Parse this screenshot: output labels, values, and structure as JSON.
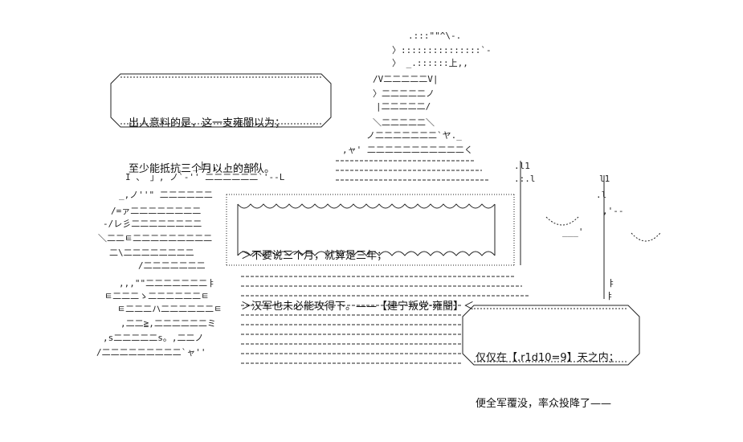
{
  "speech_top_left": {
    "lines": [
      "出人意料的是，这一支雍闓以为；",
      "至少能抵抗三个月以上的部队。"
    ]
  },
  "banner": {
    "lines": [
      "＞不要说三个月，就算是三年；",
      "＞汉军也未必能攻得下。——【建宁叛党·雍闓】＜"
    ]
  },
  "speech_bottom_right": {
    "lines": [
      "仅仅在【.r1d10=9】天之内；",
      "便全军覆没，率众投降了——"
    ]
  },
  "ascii_art": {
    "figure": [
      ".:::\"\"^\\-.",
      "〉:::::::::::::::`-",
      "〉 _.::::::上,,",
      "/V二二二二二V|",
      "〉二二二二二ノ",
      "|二二二二二/",
      "＼二二二二二＼",
      "ノ二二二二二二二`ヤ._",
      ",ャ' 二二二二二二二二二二二く"
    ],
    "fortress_left": [
      "_上,,,,,,--ノ",
      "I 、 」, ノ`-'' 二二二二二二`'--L",
      "_,ノ''\" 二二二二二二",
      "/=ァ二二二二二二二二",
      "-/レ彡二二二二二二二二",
      "＼二二ㅌ二二二二二二二二二",
      "二\\二二二二二二二二",
      "/二二二二二二二",
      ",,,\"\"二二二二二二二ㅑ",
      "ㅌ二二二ゝ二二二二二二ㅌ",
      "ㅌ二二二ハ二二二二二二ㅌ",
      ",二二≧,二二二二二二ミ",
      ",s二二二二二s。,二二ノ",
      "/二二二二二二二二二`ャ''"
    ],
    "right_posts": [
      ".l1",
      ".:.l",
      "l1",
      ".l",
      ",'--",
      "___'",
      "ㅑ",
      "ㅑ"
    ]
  },
  "colors": {
    "ink": "#222222",
    "background": "#ffffff"
  }
}
